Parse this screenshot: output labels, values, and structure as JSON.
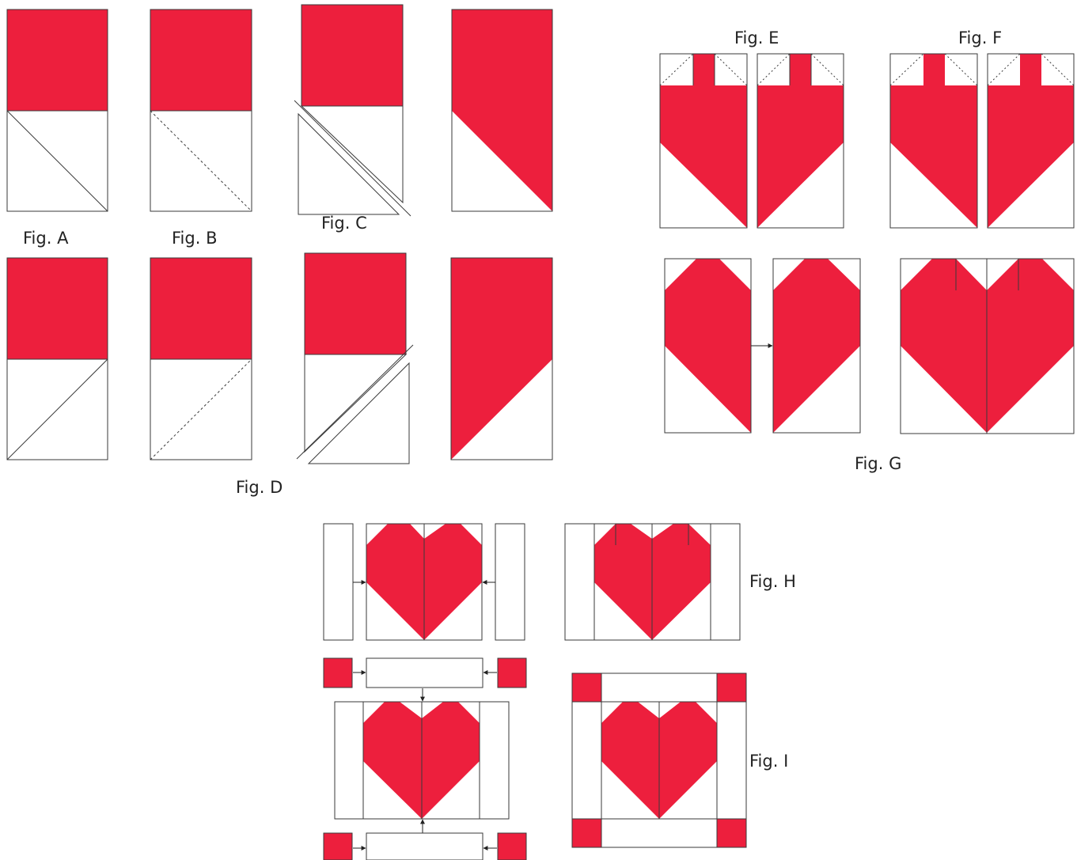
{
  "colors": {
    "red": "#ED1F3D",
    "outline": "#3a3a3a",
    "background": "#FFFFFF"
  },
  "labels": {
    "fig_a": "Fig. A",
    "fig_b": "Fig. B",
    "fig_c": "Fig. C",
    "fig_d": "Fig. D",
    "fig_e": "Fig. E",
    "fig_f": "Fig. F",
    "fig_g": "Fig. G",
    "fig_h": "Fig. H",
    "fig_i": "Fig. I"
  }
}
